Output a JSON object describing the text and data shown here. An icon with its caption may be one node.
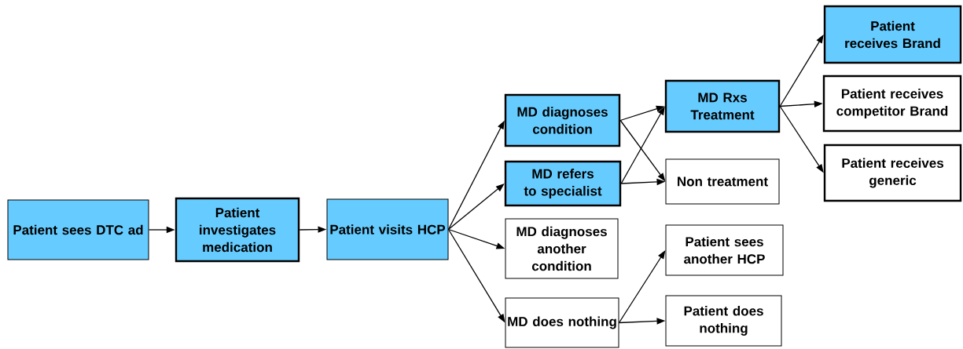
{
  "diagram": {
    "nodes": [
      {
        "text": [
          "Patient sees DTC ad"
        ]
      },
      {
        "text": [
          "Patient investigates medication"
        ]
      },
      {
        "text": [
          "Patient visits HCP"
        ]
      },
      {
        "text": [
          "MD diagnoses condition"
        ]
      },
      {
        "text": [
          "MD refers to specialist"
        ]
      },
      {
        "text": [
          "MD diagnoses another condition"
        ]
      },
      {
        "text": [
          "MD does nothing"
        ]
      },
      {
        "text": [
          "MD Rxs Treatment"
        ]
      },
      {
        "text": [
          "Non treatment"
        ]
      },
      {
        "text": [
          "Patient sees another HCP"
        ]
      },
      {
        "text": [
          "Patient does nothing"
        ]
      },
      {
        "text": [
          "Patient receives Brand"
        ]
      },
      {
        "text": [
          "Patient receives competitor Brand"
        ]
      },
      {
        "text": [
          "Patient receives generic"
        ]
      }
    ],
    "edges": [
      {
        "from": 0,
        "to": 1,
        "arrow": "to"
      },
      {
        "from": 1,
        "to": 2,
        "arrow": "to"
      },
      {
        "from": 2,
        "to": 3,
        "arrow": "to"
      },
      {
        "from": 2,
        "to": 4,
        "arrow": "to"
      },
      {
        "from": 2,
        "to": 5,
        "arrow": "to"
      },
      {
        "from": 2,
        "to": 6,
        "arrow": "to"
      },
      {
        "from": 3,
        "to": 7,
        "arrow": "to"
      },
      {
        "from": 3,
        "to": 8,
        "arrow": "to"
      },
      {
        "from": 4,
        "to": 7,
        "arrow": "to"
      },
      {
        "from": 4,
        "to": 8,
        "arrow": "to"
      },
      {
        "from": 6,
        "to": 9,
        "arrow": "to"
      },
      {
        "from": 6,
        "to": 10,
        "arrow": "to"
      },
      {
        "from": 7,
        "to": 11,
        "arrow": "to"
      },
      {
        "from": 7,
        "to": 12,
        "arrow": "to"
      },
      {
        "from": 7,
        "to": 13,
        "arrow": "to"
      }
    ]
  }
}
